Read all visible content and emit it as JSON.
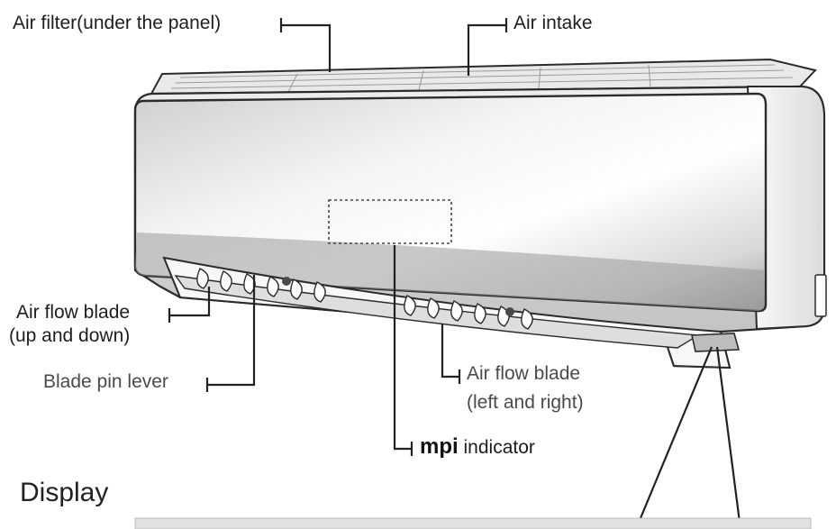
{
  "labels": {
    "air_filter": "Air filter(under the panel)",
    "air_intake": "Air intake",
    "air_flow_blade_ud_line1": "Air flow blade",
    "air_flow_blade_ud_line2": "(up and down)",
    "blade_pin_lever": "Blade pin lever",
    "air_flow_blade_lr_line1": "Air flow blade",
    "air_flow_blade_lr_line2": "(left and right)",
    "mpi_brand": "mpi",
    "mpi_indicator": "indicator"
  },
  "section_heading": "Display",
  "colors": {
    "outline": "#2b2b2b",
    "panel_dark": "#8a8a8a",
    "panel_light": "#f2f2f2",
    "text": "#1d1d1d"
  }
}
